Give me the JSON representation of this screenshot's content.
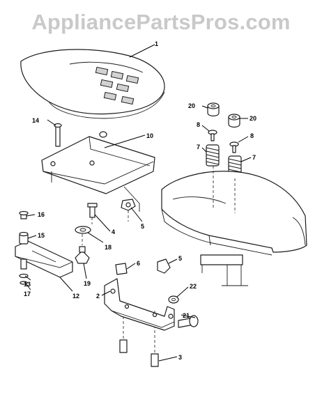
{
  "watermark": {
    "text": "AppliancePartsPros.com",
    "color": "#c9c9c9"
  },
  "diagram": {
    "line_color": "#1a1a1a",
    "callouts": [
      {
        "id": "c1",
        "label": "1"
      },
      {
        "id": "c14",
        "label": "14"
      },
      {
        "id": "c10",
        "label": "10"
      },
      {
        "id": "c20a",
        "label": "20"
      },
      {
        "id": "c20b",
        "label": "20"
      },
      {
        "id": "c8a",
        "label": "8"
      },
      {
        "id": "c8b",
        "label": "8"
      },
      {
        "id": "c7a",
        "label": "7"
      },
      {
        "id": "c7b",
        "label": "7"
      },
      {
        "id": "c16",
        "label": "16"
      },
      {
        "id": "c4",
        "label": "4"
      },
      {
        "id": "c5a",
        "label": "5"
      },
      {
        "id": "c15",
        "label": "15"
      },
      {
        "id": "c18",
        "label": "18"
      },
      {
        "id": "c6",
        "label": "6"
      },
      {
        "id": "c5b",
        "label": "5"
      },
      {
        "id": "c13",
        "label": "13"
      },
      {
        "id": "c19",
        "label": "19"
      },
      {
        "id": "c17",
        "label": "17"
      },
      {
        "id": "c12",
        "label": "12"
      },
      {
        "id": "c22",
        "label": "22"
      },
      {
        "id": "c2",
        "label": "2"
      },
      {
        "id": "c21",
        "label": "21"
      },
      {
        "id": "c3",
        "label": "3"
      }
    ]
  }
}
